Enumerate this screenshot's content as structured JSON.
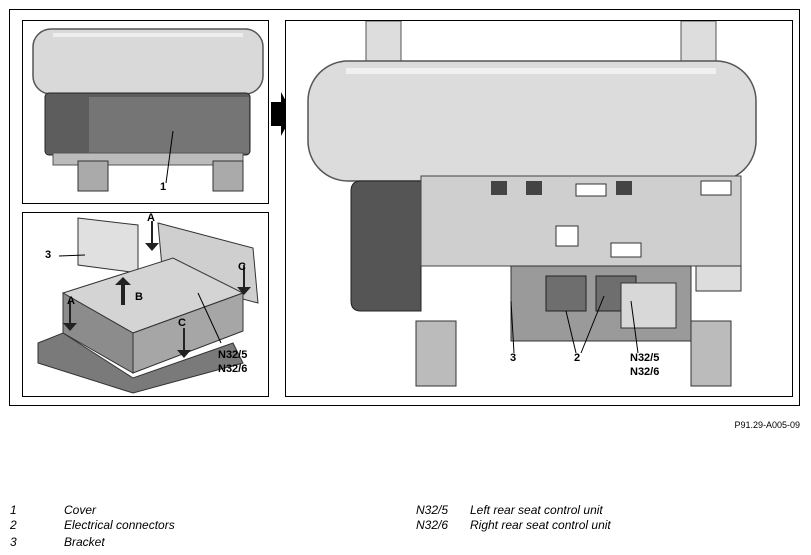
{
  "figure_ref": "P91.29-A005-09",
  "callouts": {
    "p1_cover": "1",
    "p2_bracket": "3",
    "p2_a_top": "A",
    "p2_b": "B",
    "p2_c_right": "C",
    "p2_a_left": "A",
    "p2_c_bottom": "C",
    "p2_n1": "N32/5",
    "p2_n2": "N32/6",
    "p3_bracket": "3",
    "p3_connectors": "2",
    "p3_n1": "N32/5",
    "p3_n2": "N32/6"
  },
  "legend": [
    {
      "key": "1",
      "text": "Cover"
    },
    {
      "key": "2",
      "text": "Electrical connectors"
    },
    {
      "key": "3",
      "text": "Bracket"
    },
    {
      "key": "N32/5",
      "text": "Left rear seat control unit"
    },
    {
      "key": "N32/6",
      "text": "Right rear seat control unit"
    }
  ]
}
